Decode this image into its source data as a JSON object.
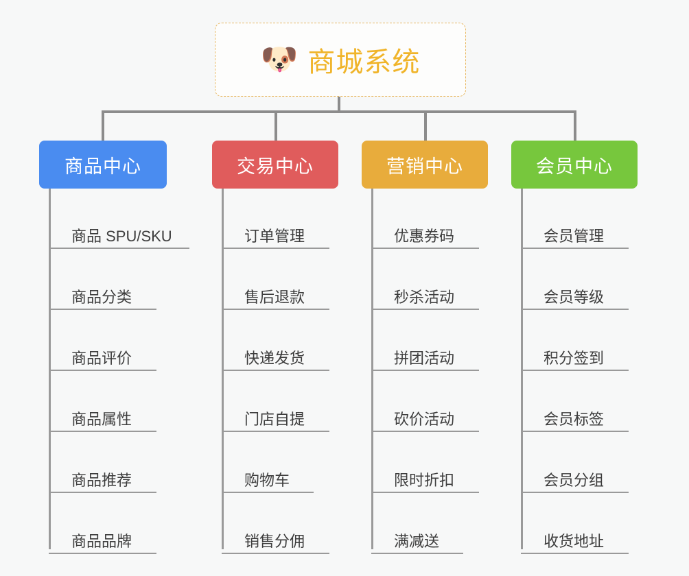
{
  "root": {
    "icon": "shiba-dog-face-emoji",
    "icon_glyph": "🐶",
    "title": "商城系统",
    "title_color": "#f0b429",
    "border_color": "#e8b964"
  },
  "connector_color": "#8c8c8c",
  "background_color": "#f7f8f8",
  "columns": [
    {
      "key": "product-center",
      "label": "商品中心",
      "color": "#4a8cf0",
      "items": [
        "商品 SPU/SKU",
        "商品分类",
        "商品评价",
        "商品属性",
        "商品推荐",
        "商品品牌"
      ]
    },
    {
      "key": "trade-center",
      "label": "交易中心",
      "color": "#e05c5c",
      "items": [
        "订单管理",
        "售后退款",
        "快递发货",
        "门店自提",
        "购物车",
        "销售分佣"
      ]
    },
    {
      "key": "marketing-center",
      "label": "营销中心",
      "color": "#e8ac3c",
      "items": [
        "优惠券码",
        "秒杀活动",
        "拼团活动",
        "砍价活动",
        "限时折扣",
        "满减送"
      ]
    },
    {
      "key": "member-center",
      "label": "会员中心",
      "color": "#77c73d",
      "items": [
        "会员管理",
        "会员等级",
        "积分签到",
        "会员标签",
        "会员分组",
        "收货地址"
      ]
    }
  ]
}
